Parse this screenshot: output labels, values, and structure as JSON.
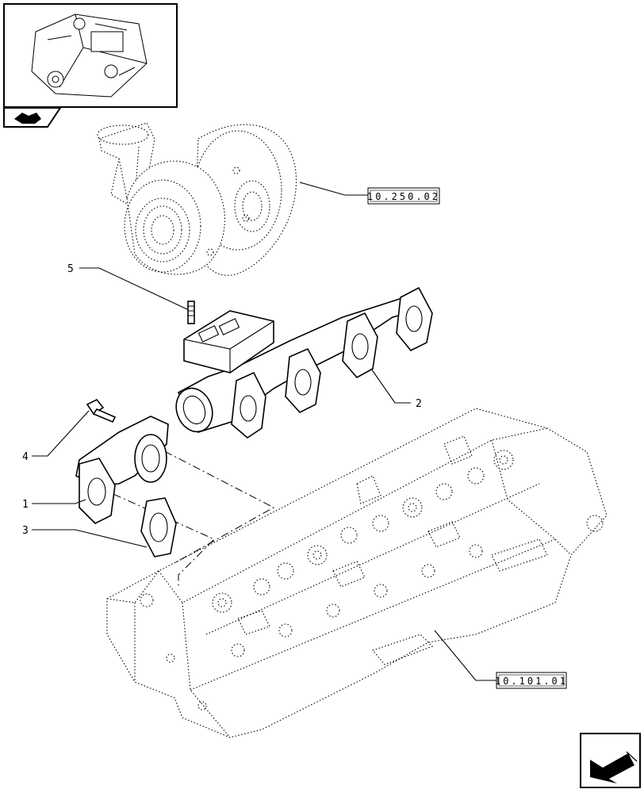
{
  "callouts": [
    {
      "id": "1",
      "label": "1"
    },
    {
      "id": "2",
      "label": "2"
    },
    {
      "id": "3",
      "label": "3"
    },
    {
      "id": "4",
      "label": "4"
    },
    {
      "id": "5",
      "label": "5"
    }
  ],
  "references": {
    "turbocharger": "10.250.02",
    "cylinder_head": "10.101.01"
  },
  "icons": {
    "thumbnail": "engine-thumbnail-icon",
    "section": "section-badge-icon",
    "nav": "next-page-arrow-icon"
  }
}
